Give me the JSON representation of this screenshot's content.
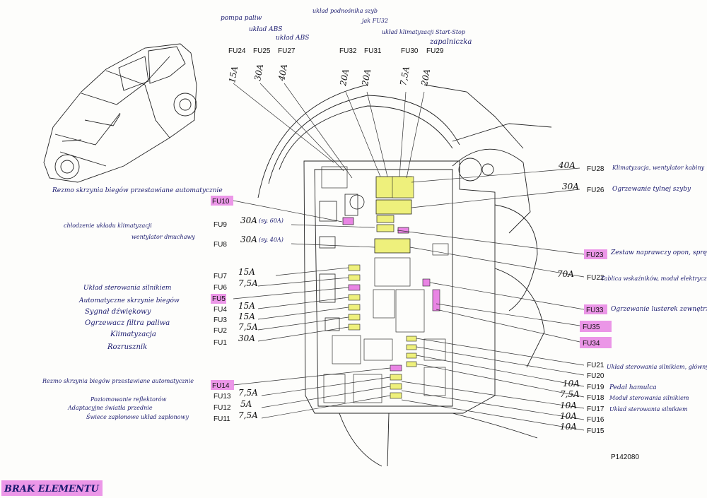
{
  "fuses_top": [
    {
      "id": "FU24",
      "amp": "15A",
      "note": "pompa paliw"
    },
    {
      "id": "FU25",
      "amp": "30A",
      "note": "układ ABS"
    },
    {
      "id": "FU27",
      "amp": "40A",
      "note": "układ ABS"
    },
    {
      "id": "FU32",
      "amp": "20A",
      "note": "układ podnośnika szyb"
    },
    {
      "id": "FU31",
      "amp": "20A",
      "note": "jak FU32"
    },
    {
      "id": "FU30",
      "amp": "7,5A",
      "note": "układ klimatyzacji Start-Stop"
    },
    {
      "id": "FU29",
      "amp": "20A",
      "note": "zapalniczka"
    }
  ],
  "fuses_left": [
    {
      "id": "FU10",
      "amp": "",
      "note": "Rezmo skrzynia biegów przestawiane automatycznie",
      "highlight": true
    },
    {
      "id": "FU9",
      "amp": "30A",
      "sub": "(sy. 60A)",
      "note": "chłodzenie układu klimatyzacji",
      "highlight": false
    },
    {
      "id": "FU8",
      "amp": "30A",
      "sub": "(sy. 40A)",
      "note": "wentylator dmuchawy",
      "highlight": false
    },
    {
      "id": "FU7",
      "amp": "15A",
      "note": "",
      "highlight": false
    },
    {
      "id": "FU6",
      "amp": "7,5A",
      "note": "Układ sterowania silnikiem",
      "highlight": false
    },
    {
      "id": "FU5",
      "amp": "",
      "note": "Automatyczne skrzynie biegów",
      "highlight": true
    },
    {
      "id": "FU4",
      "amp": "15A",
      "note": "Sygnał dźwiękowy",
      "highlight": false
    },
    {
      "id": "FU3",
      "amp": "15A",
      "note": "Ogrzewacz filtra paliwa",
      "highlight": false
    },
    {
      "id": "FU2",
      "amp": "7,5A",
      "note": "Klimatyzacja",
      "highlight": false
    },
    {
      "id": "FU1",
      "amp": "30A",
      "note": "Rozrusznik",
      "highlight": false
    },
    {
      "id": "FU14",
      "amp": "",
      "note": "Rezmo skrzynia biegów przestawiane automatycznie",
      "highlight": true
    },
    {
      "id": "FU13",
      "amp": "7,5A",
      "note": "Poziomowanie reflektorów",
      "highlight": false
    },
    {
      "id": "FU12",
      "amp": "5A",
      "note": "Adaptacyjne światła przednie",
      "highlight": false
    },
    {
      "id": "FU11",
      "amp": "7,5A",
      "note": "Świece zapłonowe układ zapłonowy",
      "highlight": false
    }
  ],
  "fuses_right": [
    {
      "id": "FU28",
      "amp": "40A",
      "note": "Klimatyzacja, wentylator kabiny",
      "highlight": false
    },
    {
      "id": "FU26",
      "amp": "30A",
      "note": "Ogrzewanie tylnej szyby",
      "highlight": false
    },
    {
      "id": "FU23",
      "amp": "",
      "note": "Zestaw naprawczy opon, sprężarka",
      "highlight": true
    },
    {
      "id": "FU22",
      "amp": "70A",
      "note": "Tablica wskaźników, moduł elektryczny nadwozia",
      "highlight": false
    },
    {
      "id": "FU33",
      "amp": "",
      "note": "Ogrzewanie lusterek zewnętrznych",
      "highlight": true
    },
    {
      "id": "FU35",
      "amp": "",
      "note": "",
      "highlight": true
    },
    {
      "id": "FU34",
      "amp": "",
      "note": "",
      "highlight": true
    },
    {
      "id": "FU21",
      "amp": "",
      "note": "Układ sterowania silnikiem, główny przekaźnik",
      "highlight": false
    },
    {
      "id": "FU20",
      "amp": "",
      "note": "",
      "highlight": false
    },
    {
      "id": "FU19",
      "amp": "10A",
      "note": "Pedał hamulca",
      "highlight": false
    },
    {
      "id": "FU18",
      "amp": "7,5A",
      "note": "Moduł sterowania silnikiem",
      "highlight": false
    },
    {
      "id": "FU17",
      "amp": "10A",
      "note": "Układ sterowania silnikiem",
      "highlight": false
    },
    {
      "id": "FU16",
      "amp": "10A",
      "note": "",
      "highlight": false
    },
    {
      "id": "FU15",
      "amp": "10A",
      "note": "",
      "highlight": false
    }
  ],
  "figure_code": "P142080",
  "brak_label": "BRAK ELEMENTU",
  "colors": {
    "highlight": "#e985e4",
    "yellow": "#eef07c",
    "ink": "#1a1a6e",
    "line": "#222222"
  }
}
